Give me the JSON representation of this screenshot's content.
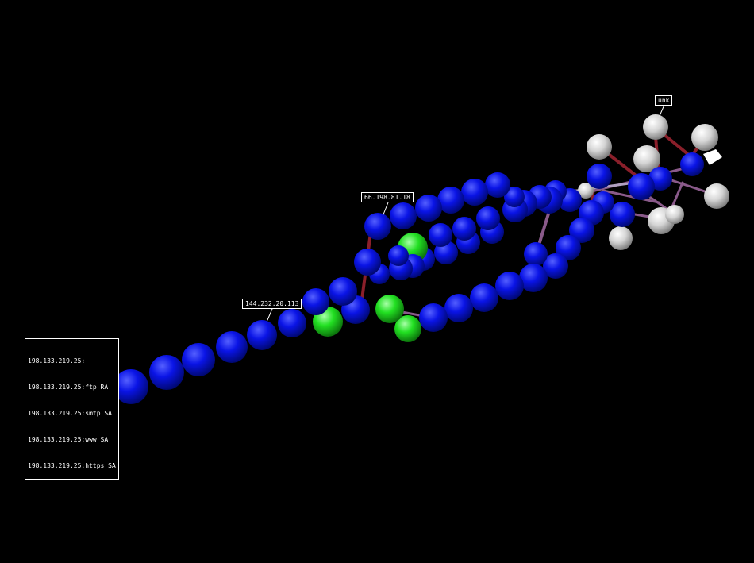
{
  "labels": {
    "host_lines": [
      "198.133.219.25:",
      "198.133.219.25:ftp RA",
      "198.133.219.25:smtp SA",
      "198.133.219.25:www SA",
      "198.133.219.25:https SA"
    ],
    "ip_mid": "144.232.20.113",
    "ip_upper": "66.198.81.18",
    "unknown": "unk"
  },
  "colors": {
    "background": "#000000",
    "hop_node": "#0a14e6",
    "endpoint_node": "#22e022",
    "unknown_node": "#d4d4d4",
    "link_red": "#8a1f2a",
    "link_purple": "#8a5a8a"
  }
}
